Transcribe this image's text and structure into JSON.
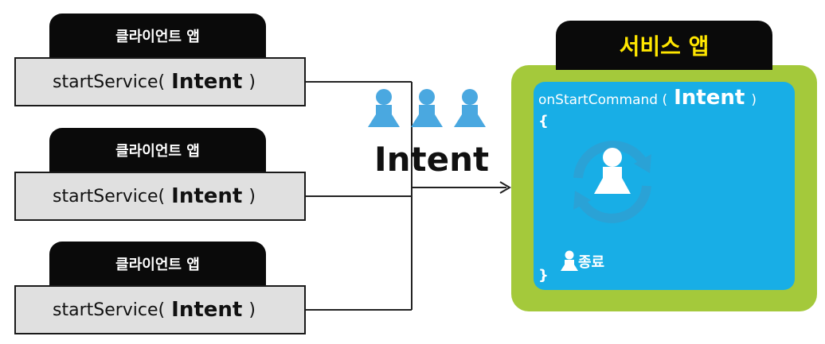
{
  "clients": [
    {
      "tab_label": "클라이언트 앱",
      "call_prefix": "startService(",
      "call_arg": "Intent",
      "call_suffix": ")"
    },
    {
      "tab_label": "클라이언트 앱",
      "call_prefix": "startService(",
      "call_arg": "Intent",
      "call_suffix": ")"
    },
    {
      "tab_label": "클라이언트 앱",
      "call_prefix": "startService(",
      "call_arg": "Intent",
      "call_suffix": ")"
    }
  ],
  "middle": {
    "intent_label": "Intent",
    "person_icons": [
      "person-icon",
      "person-icon",
      "person-icon"
    ]
  },
  "service": {
    "tab_label": "서비스 앱",
    "method_name": "onStartCommand (",
    "method_arg": "Intent",
    "method_close": ")",
    "open_brace": "{",
    "close_brace": "}",
    "end_label": "종료",
    "icons": [
      "refresh-cycle-icon",
      "person-icon"
    ]
  },
  "colors": {
    "black_tab": "#0a0a0a",
    "service_tab_text": "#ffe600",
    "service_outer": "#a4c93b",
    "service_inner": "#18aee6",
    "person_blue": "#4aa8e0",
    "client_box": "#e0e0e0"
  }
}
